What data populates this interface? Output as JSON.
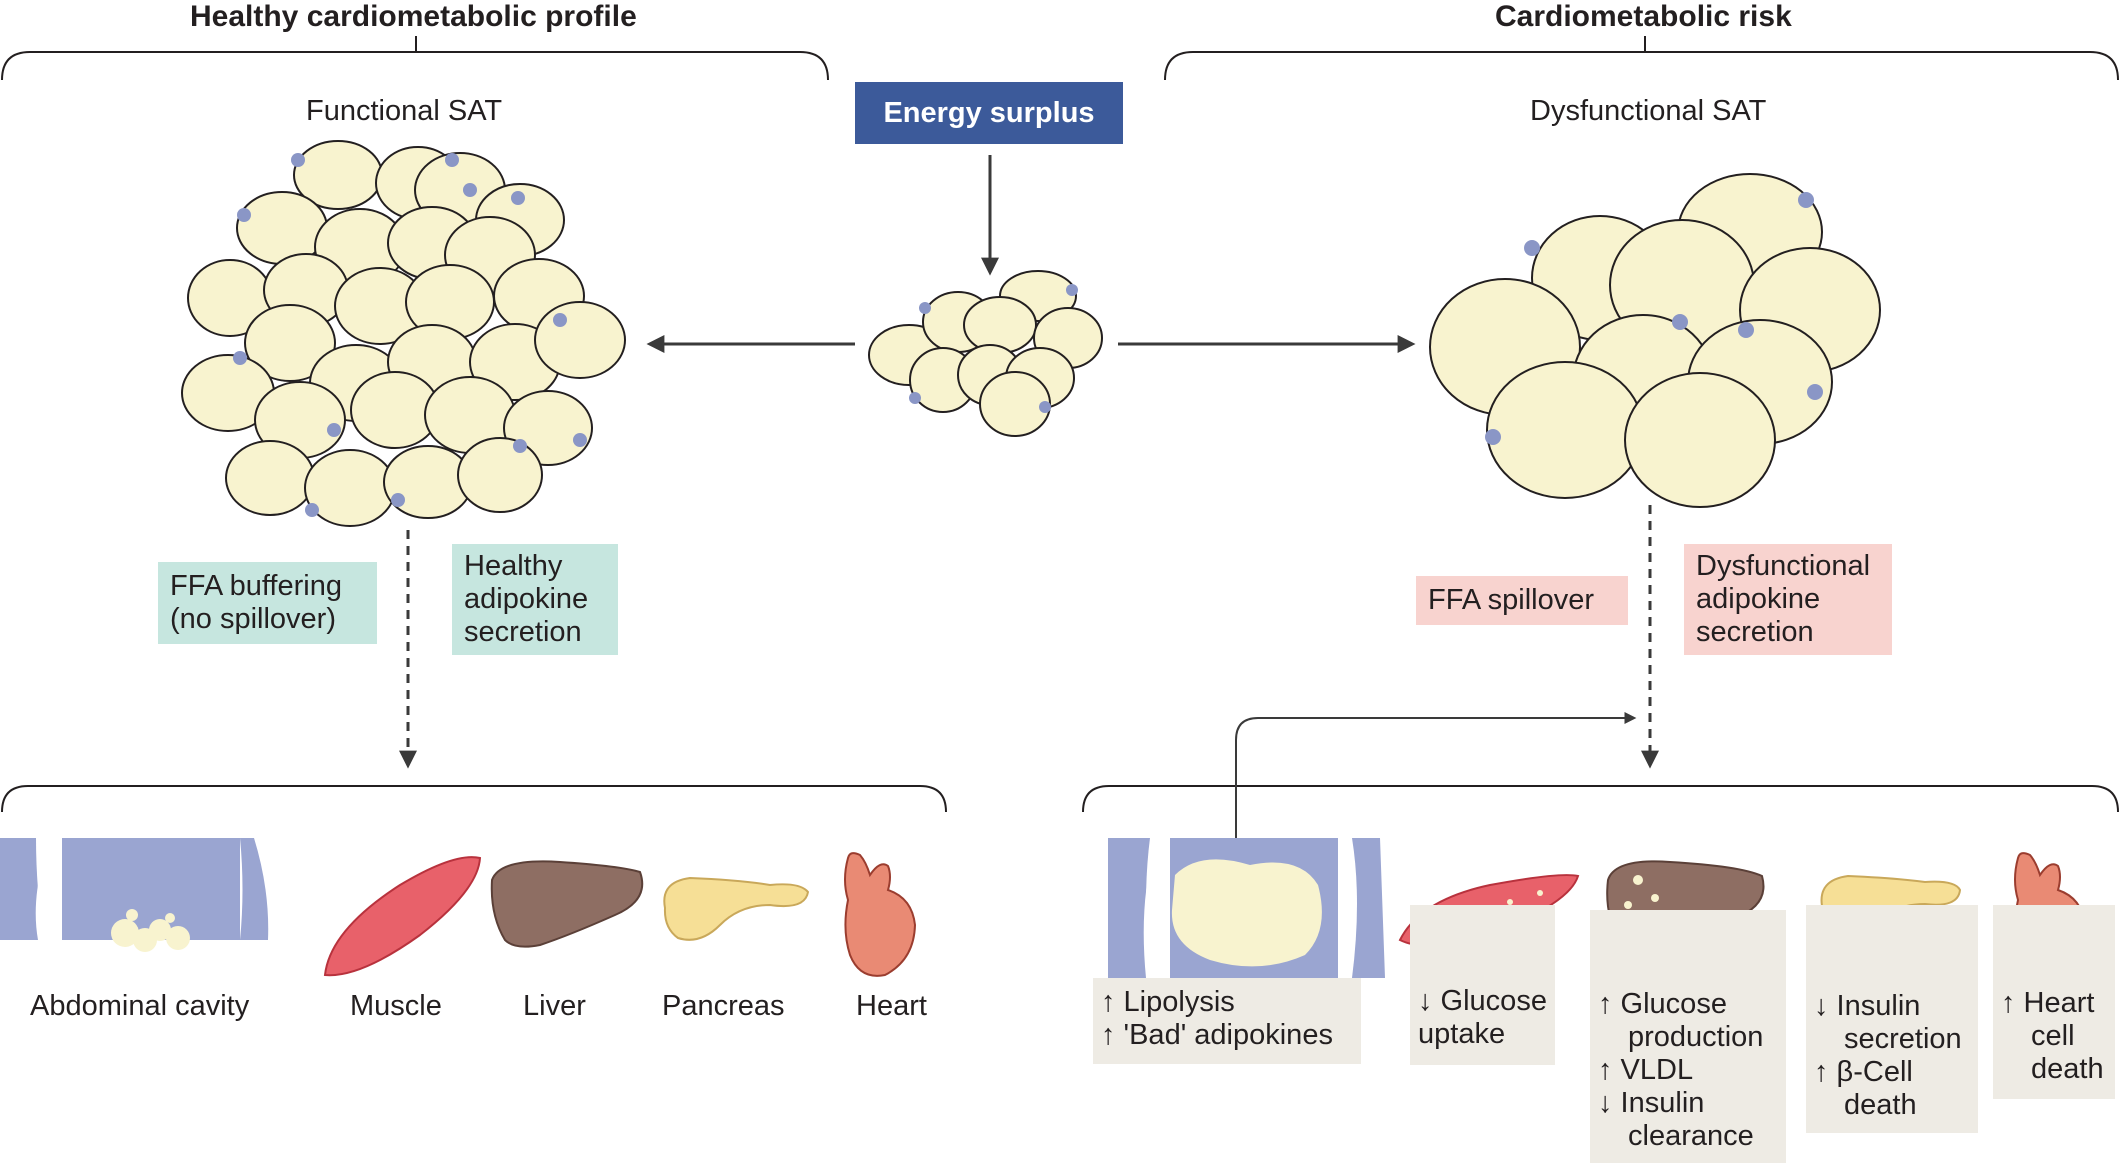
{
  "left_panel": {
    "heading": "Healthy cardiometabolic profile",
    "tissue_label": "Functional SAT",
    "callout_buffering": [
      "FFA buffering",
      "(no spillover)"
    ],
    "callout_secretion": [
      "Healthy",
      "adipokine",
      "secretion"
    ],
    "organs": [
      "Abdominal cavity",
      "Muscle",
      "Liver",
      "Pancreas",
      "Heart"
    ]
  },
  "center": {
    "energy_label": "Energy surplus"
  },
  "right_panel": {
    "heading": "Cardiometabolic risk",
    "tissue_label": "Dysfunctional SAT",
    "callout_spillover": "FFA spillover",
    "callout_secretion": [
      "Dysfunctional",
      "adipokine",
      "secretion"
    ],
    "effects": {
      "abdominal": [
        "↑ Lipolysis",
        "↑ 'Bad' adipokines"
      ],
      "muscle": [
        "↓ Glucose",
        "uptake"
      ],
      "liver": [
        "↑ Glucose",
        "production",
        "↑ VLDL",
        "↓ Insulin",
        "clearance"
      ],
      "pancreas": [
        "↓ Insulin",
        "secretion",
        "↑ β-Cell",
        "death"
      ],
      "heart": [
        "↑ Heart",
        "cell",
        "death"
      ]
    }
  },
  "colors": {
    "cell_fill": "#f8f3cf",
    "cell_outline": "#231f20",
    "nucleus": "#8a96c6",
    "energy_box": "#3c5a9a",
    "teal_callout": "#c6e6df",
    "pink_callout": "#f8d3cf",
    "effect_box": "#eeebe4",
    "body_blue": "#9aa5d1",
    "muscle": "#e8616a",
    "liver": "#8e6e63",
    "pancreas": "#f6df96",
    "heart": "#e98a74"
  },
  "icons": [
    "adipocyte-cluster-icon",
    "abdomen-icon",
    "muscle-icon",
    "liver-icon",
    "pancreas-icon",
    "heart-icon"
  ]
}
